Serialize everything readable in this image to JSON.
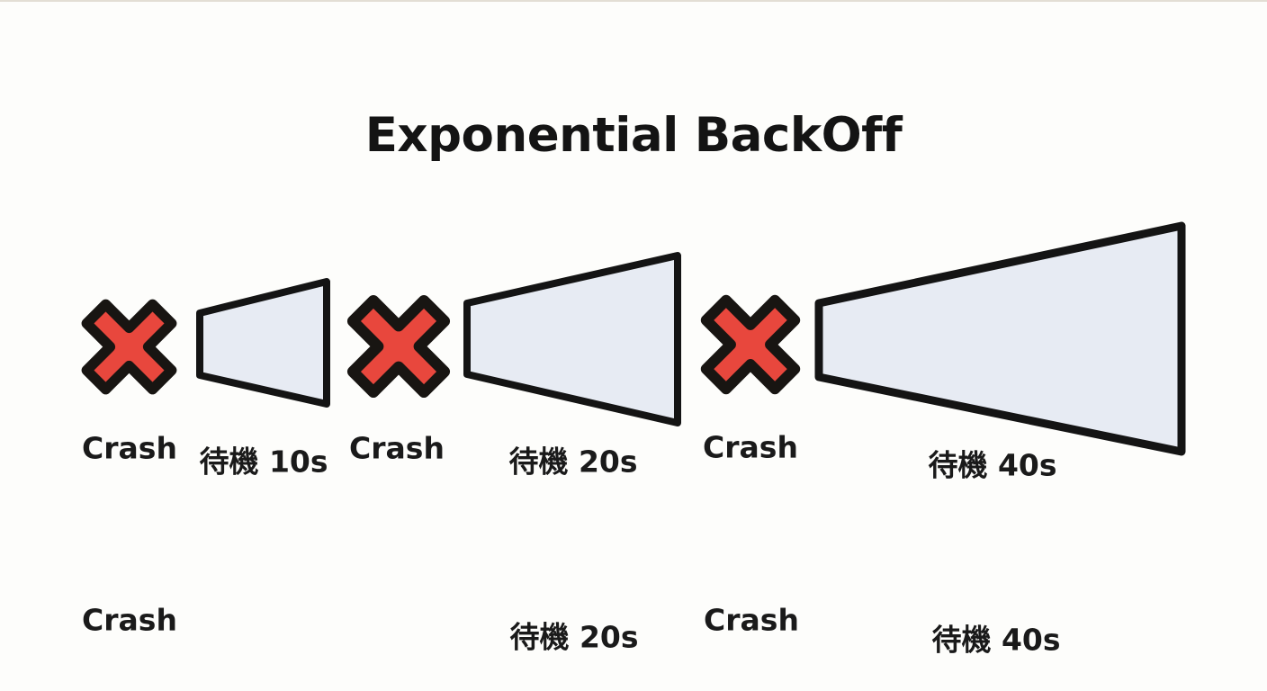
{
  "title": "Exponential BackOff",
  "colors": {
    "background": "#fdfdfb",
    "crash_red": "#e8473d",
    "outline_black": "#181512",
    "wait_shape_fill": "#e7ebf3",
    "text": "#1a1a1a"
  },
  "diagram": {
    "groups": [
      {
        "crash_label": "Crash",
        "wait_label": "待機 10s"
      },
      {
        "crash_label": "Crash",
        "wait_label": "待機 20s"
      },
      {
        "crash_label": "Crash",
        "wait_label": "待機 40s"
      }
    ],
    "bottom_labels": [
      {
        "label": "Crash"
      },
      {
        "label": "待機 20s"
      },
      {
        "label": "Crash"
      },
      {
        "label": "待機 40s"
      }
    ]
  }
}
